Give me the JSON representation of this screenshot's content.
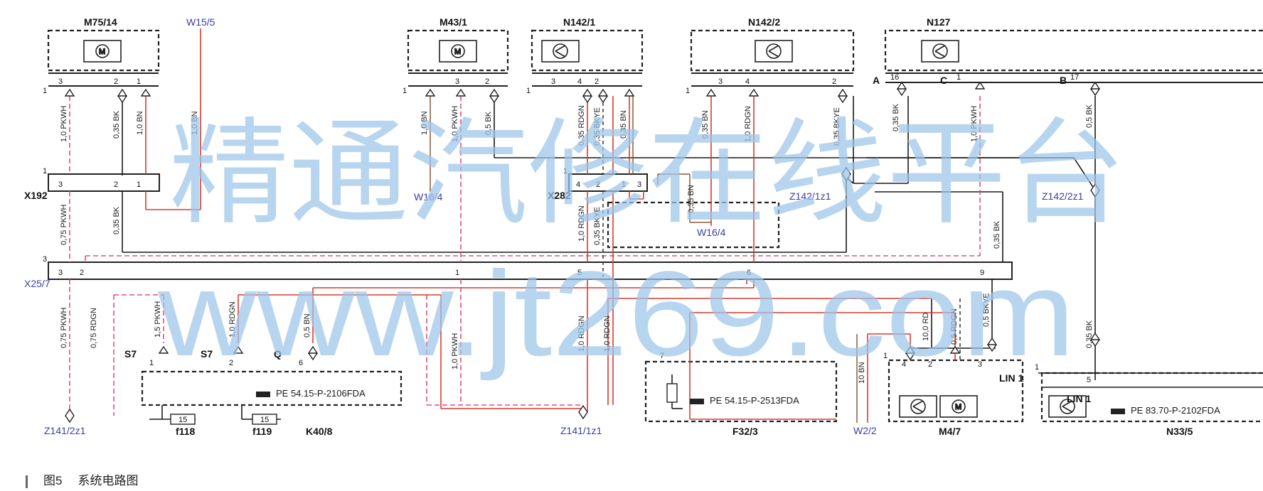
{
  "components": {
    "m75_14": "M75/14",
    "w15_5": "W15/5",
    "m43_1": "M43/1",
    "n142_1": "N142/1",
    "n142_2": "N142/2",
    "n127": "N127",
    "x192": "X192",
    "w16_4a": "W16/4",
    "x282": "X282",
    "w16_4b": "W16/4",
    "z142_1z1": "Z142/1z1",
    "z142_2z1": "Z142/2z1",
    "x25_7": "X25/7",
    "z141_2z1": "Z141/2z1",
    "z141_1z1": "Z141/1z1",
    "f118": "f118",
    "f119": "f119",
    "k40_8": "K40/8",
    "f32_3": "F32/3",
    "w2_2": "W2/2",
    "m4_7": "M4/7",
    "n33_5": "N33/5"
  },
  "references": {
    "ref1": "PE 54.15-P-2106FDA",
    "ref2": "PE 54.15-P-2513FDA",
    "ref3": "PE 83.70-P-2102FDA"
  },
  "lin": {
    "lin_m4": "LIN 1",
    "lin_n33": "LIN 1"
  },
  "connectors": {
    "s7a": "S7",
    "s7b": "S7",
    "q": "Q",
    "a": "A",
    "c": "C",
    "b": "B"
  },
  "wires": {
    "w1": "1,0 PKWH",
    "w2": "0,35 BK",
    "w3": "1,0 BN",
    "w4": "1,0 BN",
    "w5": "1,0 BN",
    "w6": "1,0 PKWH",
    "w7": "0,5 BK",
    "w8": "0,35 RDGN",
    "w9": "0,35 BKYE",
    "w10": "0,35 BN",
    "w11": "0,35 BN",
    "w12": "1,0 RDGN",
    "w13": "0,35 BKYE",
    "w14": "0,35 BK",
    "w15": "1,0 PKWH",
    "w16": "0,5 BK",
    "w17": "0,75 PKWH",
    "w18": "0,35 BK",
    "w19": "1,0 RDGN",
    "w20": "0,35 BKYE",
    "w21": "0,35 BN",
    "w22": "0,35 BK",
    "w23": "0,75 PKWH",
    "w24": "0,75 RDGN",
    "w25": "1,5 PKWH",
    "w26": "1,0 RDGN",
    "w27": "0,5 BN",
    "w28": "1,0 PKWH",
    "w29": "1,0 RDGN",
    "w30": "1,0 RDGN",
    "w31": "10 BN",
    "w32": "10,0 RD",
    "w33": "0,5 RDGN",
    "w34": "0,5 BKYE",
    "w35": "0,35 BK"
  },
  "pins": {
    "p_m75_3": "3",
    "p_m75_2": "2",
    "p_m75_1": "1",
    "p_m75_l": "1",
    "p_m43_1": "1",
    "p_m43_3": "3",
    "p_m43_2": "2",
    "p_n1421_3": "3",
    "p_n1421_4": "4",
    "p_n1421_2": "2",
    "p_n1421_1": "1",
    "p_n1422_1": "1",
    "p_n1422_3": "3",
    "p_n1422_4": "4",
    "p_n1422_2": "2",
    "p_n127_16": "16",
    "p_n127_1": "1",
    "p_n127_17": "17",
    "p_x192_1": "1",
    "p_x192_3": "3",
    "p_x192_2": "2",
    "p_x192_1b": "1",
    "p_x282_1": "1",
    "p_x282_4": "4",
    "p_x282_2": "2",
    "p_x282_1b": "1",
    "p_x282_3": "3",
    "p_x25_3": "3",
    "p_x25_3b": "3",
    "p_x25_2": "2",
    "p_x25_1": "1",
    "p_x25_5": "5",
    "p_x25_6": "6",
    "p_x25_9": "9",
    "p_s7a_1": "1",
    "p_s7b_2": "2",
    "p_q_6": "6",
    "p_f32_7": "7",
    "p_m47_1": "1",
    "p_m47_4": "4",
    "p_m47_2": "2",
    "p_m47_3": "3",
    "p_n33_1": "1",
    "p_n33_5": "5",
    "f118_val": "15",
    "f119_val": "15"
  },
  "watermark": {
    "line1": "精通汽修在线平台",
    "line2": "www.jt269.com"
  },
  "caption": {
    "figure": "图5",
    "title": "系统电路图"
  },
  "colors": {
    "pink": "#e0507a",
    "red": "#d83a2e",
    "black": "#1a1a1a",
    "dash": "#333333",
    "blue_label": "#3b3fa0"
  }
}
